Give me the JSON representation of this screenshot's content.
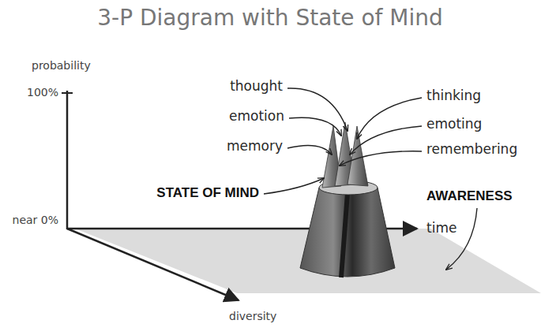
{
  "diagram": {
    "title": "3-P Diagram with State of Mind",
    "labels": [
      "probability",
      "100%",
      "near 0%",
      "diversity",
      "time",
      "thought",
      "emotion",
      "memory",
      "thinking",
      "emoting",
      "remembering",
      "STATE OF MIND",
      "AWARENESS"
    ]
  }
}
